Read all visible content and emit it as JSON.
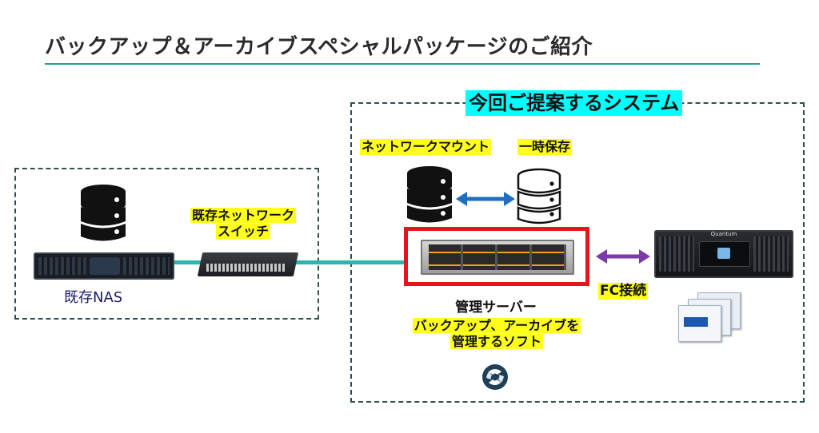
{
  "page": {
    "title": "バックアップ＆アーカイブスペシャルパッケージのご紹介"
  },
  "proposed_system": {
    "label": "今回ご提案するシステム",
    "network_mount_label": "ネットワークマウント",
    "temp_storage_label": "一時保存",
    "server_label": "管理サーバー",
    "software_label_line1": "バックアップ、アーカイブを",
    "software_label_line2": "管理するソフト",
    "fc_label": "FC接続",
    "library_brand": "Quantum"
  },
  "existing": {
    "nas_label": "既存NAS",
    "switch_label_line1": "既存ネットワーク",
    "switch_label_line2": "スイッチ"
  },
  "colors": {
    "accent_teal": "#2ab5ad",
    "server_highlight": "#e8141b",
    "arrow_blue": "#1f6fc0",
    "arrow_purple": "#7a3aa8",
    "highlight_yellow": "#ffff1a",
    "highlight_cyan": "#00ffff"
  }
}
